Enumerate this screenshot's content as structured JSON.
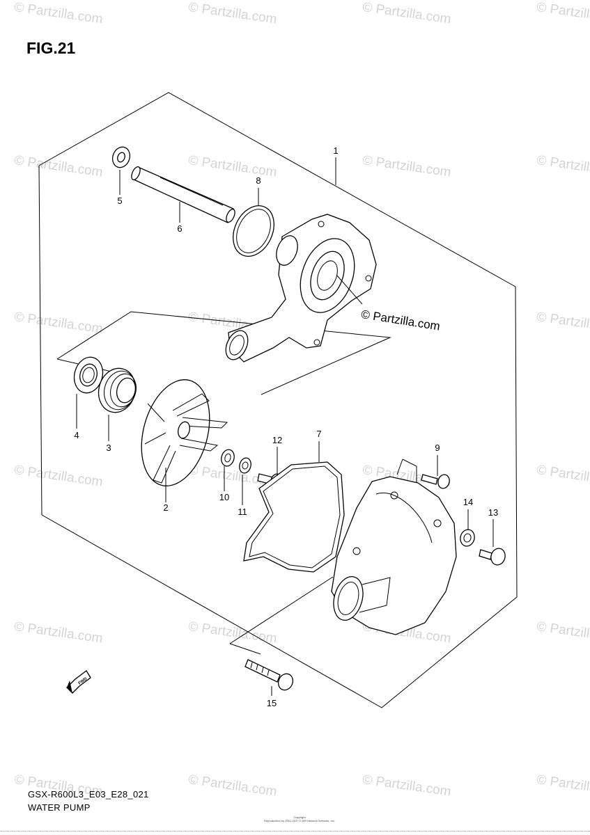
{
  "figure_title": "FIG.21",
  "model_code": "GSX-R600L3_E03_E28_021",
  "diagram_name": "WATER PUMP",
  "center_watermark": "© Partzilla.com",
  "watermark_text": "© Partzilla.com",
  "fwd_label": "FWD",
  "copyright_lines": [
    "Copyright",
    "Reproduction by 2001-2017 © ARI Network Services, Inc."
  ],
  "callouts": {
    "c1": "1",
    "c2": "2",
    "c3": "3",
    "c4": "4",
    "c5": "5",
    "c6": "6",
    "c7": "7",
    "c8": "8",
    "c9": "9",
    "c10": "10",
    "c11": "11",
    "c12": "12",
    "c13": "13",
    "c14": "14",
    "c15": "15"
  },
  "colors": {
    "ink": "#000000",
    "watermark": "#d4d4d4",
    "background": "#ffffff"
  }
}
